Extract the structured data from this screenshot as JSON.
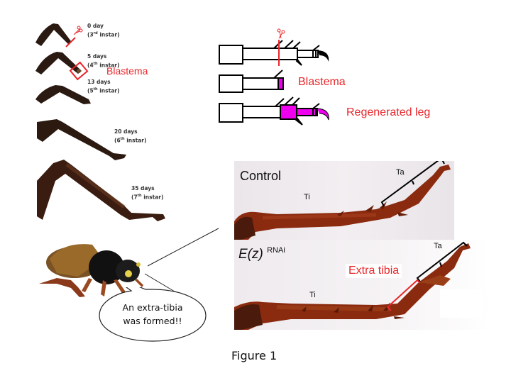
{
  "figure": {
    "caption": "Figure 1",
    "time_course": {
      "stages": [
        {
          "day": "0 day",
          "instar_num": "3",
          "instar_sup": "rd",
          "instar_word": "instar"
        },
        {
          "day": "5 days",
          "instar_num": "4",
          "instar_sup": "th",
          "instar_word": "instar"
        },
        {
          "day": "13 days",
          "instar_num": "5",
          "instar_sup": "th",
          "instar_word": "instar"
        },
        {
          "day": "20 days",
          "instar_num": "6",
          "instar_sup": "th",
          "instar_word": "instar"
        },
        {
          "day": "35 days",
          "instar_num": "7",
          "instar_sup": "th",
          "instar_word": "instar"
        }
      ],
      "blastema_label": "Blastema"
    },
    "schematic": {
      "rows": [
        {
          "name": "intact-leg",
          "label": ""
        },
        {
          "name": "blastema",
          "label": "Blastema"
        },
        {
          "name": "regenerated-leg",
          "label": "Regenerated leg"
        }
      ],
      "colors": {
        "regenerated": "#ee00ee",
        "cut": "#e8262a",
        "outline": "#000000"
      }
    },
    "photos": {
      "control": {
        "title": "Control",
        "tibia_label": "Ti",
        "tarsus_label": "Ta"
      },
      "rnai": {
        "title_main": "E(z)",
        "title_sup": "RNAi",
        "tibia_label": "Ti",
        "tarsus_label": "Ta",
        "extra_label": "Extra tibia"
      }
    },
    "speech_bubble": {
      "line1": "An extra-tibia",
      "line2": "was formed!!"
    },
    "colors": {
      "accent_red": "#e8262a",
      "magenta": "#ee00ee",
      "leg_brown": "#8a2a0e"
    }
  }
}
